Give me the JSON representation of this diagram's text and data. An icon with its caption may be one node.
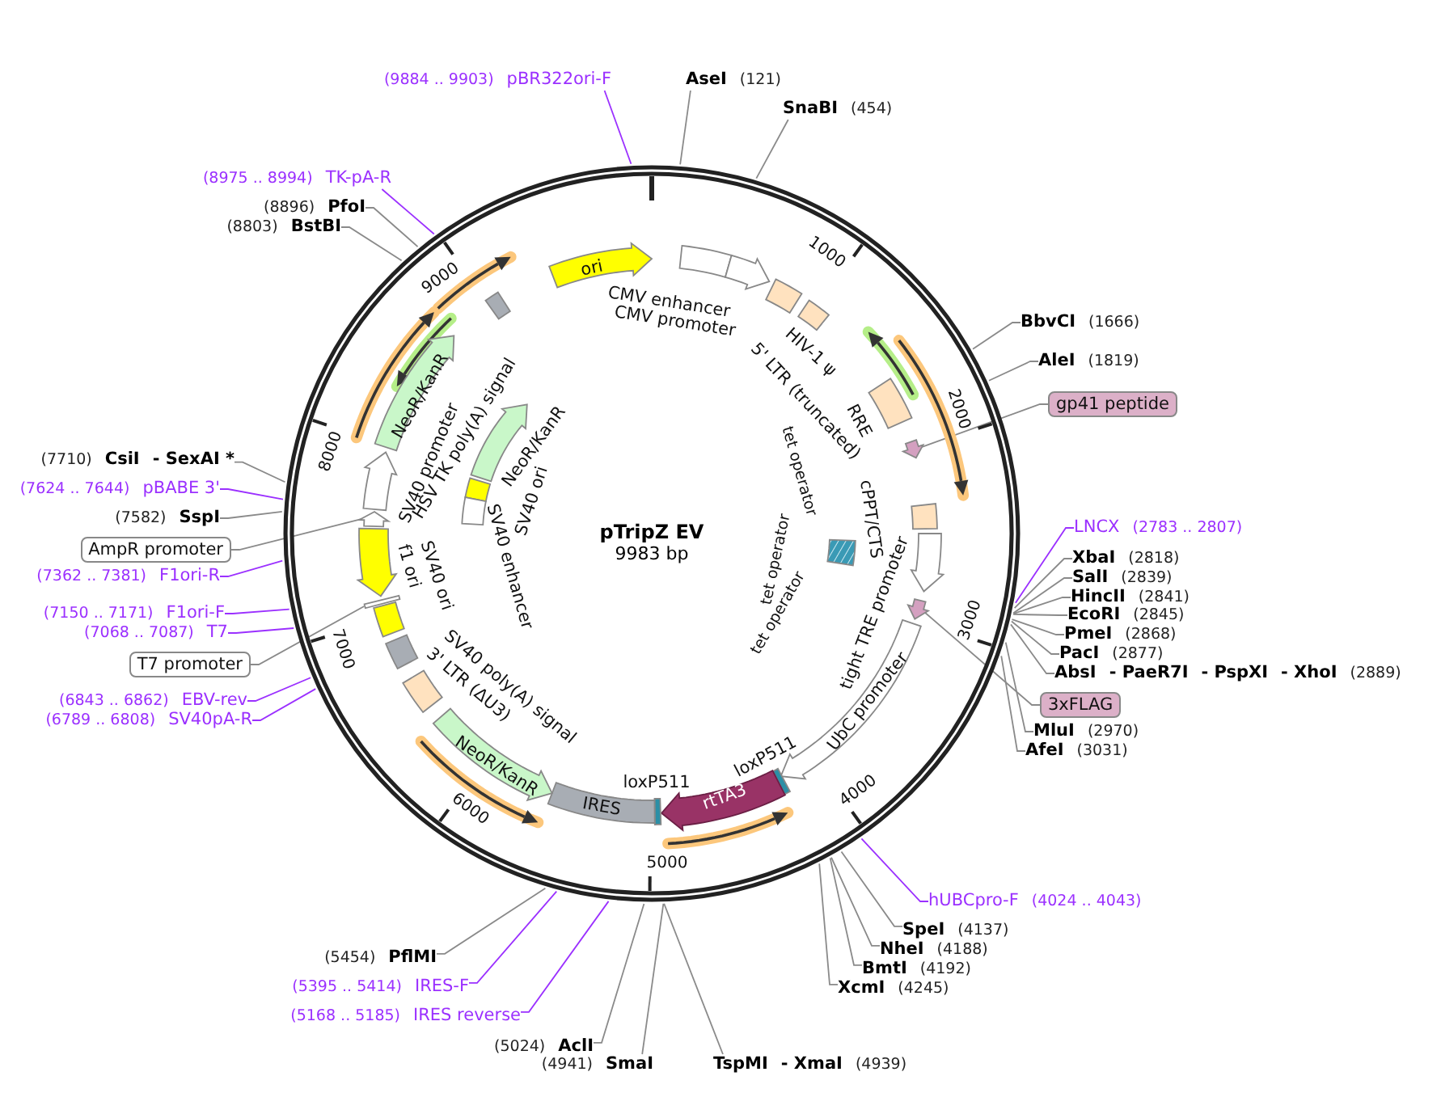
{
  "diagram": {
    "title": "pTripZ EV",
    "nodes": [
      {
        "text": [
          "(9884 .. 9903)",
          "pBR322ori-F"
        ]
      },
      {
        "text": [
          "AseI",
          "(121)"
        ]
      },
      {
        "text": [
          "SnaBI",
          "(454)"
        ]
      },
      {
        "text": [
          "(8975 .. 8994)",
          "TK-pA-R"
        ]
      },
      {
        "text": [
          "(8896)",
          "PfoI"
        ]
      },
      {
        "text": [
          "(8803)",
          "BstBI"
        ]
      },
      {
        "text": [
          "BbvCI",
          "(1666)"
        ]
      },
      {
        "text": [
          "AleI",
          "(1819)"
        ]
      },
      {
        "text": [
          "gp41 peptide"
        ]
      },
      {
        "text": [
          "(7710)",
          "CsiI",
          "- SexAI *"
        ]
      },
      {
        "text": [
          "(7624 .. 7644)",
          "pBABE 3'"
        ]
      },
      {
        "text": [
          "(7582)",
          "SspI"
        ]
      },
      {
        "text": [
          "AmpR promoter"
        ]
      },
      {
        "text": [
          "(7362 .. 7381)",
          "F1ori-R"
        ]
      },
      {
        "text": [
          "(7150 .. 7171)",
          "F1ori-F"
        ]
      },
      {
        "text": [
          "(7068 .. 7087)",
          "T7"
        ]
      },
      {
        "text": [
          "T7 promoter"
        ]
      },
      {
        "text": [
          "(6843 .. 6862)",
          "EBV-rev"
        ]
      },
      {
        "text": [
          "(6789 .. 6808)",
          "SV40pA-R"
        ]
      },
      {
        "text": [
          "LNCX",
          "(2783 .. 2807)"
        ]
      },
      {
        "text": [
          "XbaI",
          "(2818)"
        ]
      },
      {
        "text": [
          "SalI",
          "(2839)"
        ]
      },
      {
        "text": [
          "HincII",
          "(2841)"
        ]
      },
      {
        "text": [
          "EcoRI",
          "(2845)"
        ]
      },
      {
        "text": [
          "PmeI",
          "(2868)"
        ]
      },
      {
        "text": [
          "PacI",
          "(2877)"
        ]
      },
      {
        "text": [
          "AbsI",
          "- PaeR7I",
          "- PspXI",
          "- XhoI",
          "(2889)"
        ]
      },
      {
        "text": [
          "3xFLAG"
        ]
      },
      {
        "text": [
          "MluI",
          "(2970)"
        ]
      },
      {
        "text": [
          "AfeI",
          "(3031)"
        ]
      },
      {
        "text": [
          "hUBCpro-F",
          "(4024 .. 4043)"
        ]
      },
      {
        "text": [
          "SpeI",
          "(4137)"
        ]
      },
      {
        "text": [
          "NheI",
          "(4188)"
        ]
      },
      {
        "text": [
          "BmtI",
          "(4192)"
        ]
      },
      {
        "text": [
          "XcmI",
          "(4245)"
        ]
      },
      {
        "text": [
          "(5454)",
          "PflMI"
        ]
      },
      {
        "text": [
          "(5395 .. 5414)",
          "IRES-F"
        ]
      },
      {
        "text": [
          "(5168 .. 5185)",
          "IRES reverse"
        ]
      },
      {
        "text": [
          "(5024)",
          "AclI"
        ]
      },
      {
        "text": [
          "(4941)",
          "SmaI"
        ]
      },
      {
        "text": [
          "TspMI",
          "- XmaI",
          "(4939)"
        ]
      },
      {
        "text": [
          "ori"
        ]
      },
      {
        "text": [
          "CMV enhancer"
        ]
      },
      {
        "text": [
          "CMV promoter"
        ]
      },
      {
        "text": [
          "5' LTR (truncated)"
        ]
      },
      {
        "text": [
          "HIV-1 ψ"
        ]
      },
      {
        "text": [
          "RRE"
        ]
      },
      {
        "text": [],
        "shape": "arrow"
      },
      {
        "text": [
          "cPPT/CTS"
        ]
      },
      {
        "text": [
          "tet operator",
          "tet operator",
          "tet operator"
        ]
      },
      {
        "text": [
          "tight TRE promoter"
        ]
      },
      {
        "text": [],
        "shape": "arrow"
      },
      {
        "text": [
          "UbC promoter"
        ]
      },
      {
        "text": [
          "loxP511"
        ]
      },
      {
        "text": [
          "rtTA3"
        ]
      },
      {
        "text": [
          "loxP511"
        ]
      },
      {
        "text": [
          "IRES"
        ]
      },
      {
        "text": [
          "NeoR/KanR"
        ]
      },
      {
        "text": [
          "3' LTR (ΔU3)"
        ]
      },
      {
        "text": [
          "SV40 poly(A) signal"
        ]
      },
      {
        "text": [
          "SV40 ori"
        ]
      },
      {
        "text": [],
        "shape": "bar"
      },
      {
        "text": [
          "f1 ori"
        ]
      },
      {
        "text": [],
        "shape": "arrow"
      },
      {
        "text": [
          "SV40 promoter"
        ]
      },
      {
        "text": [
          "NeoR/KanR"
        ]
      },
      {
        "text": [
          "HSV TK poly(A) signal"
        ]
      },
      {
        "text": [
          "NeoR/KanR"
        ]
      },
      {
        "text": [
          "SV40 ori"
        ]
      },
      {
        "text": [
          "SV40 enhancer"
        ]
      }
    ],
    "edges": [
      {
        "from": 0,
        "to": null,
        "arrow": "none",
        "color": "#9b30ff"
      },
      {
        "from": 1,
        "to": null,
        "arrow": "none"
      },
      {
        "from": 2,
        "to": null,
        "arrow": "none"
      },
      {
        "from": 3,
        "to": null,
        "arrow": "none",
        "color": "#9b30ff"
      },
      {
        "from": 4,
        "to": null,
        "arrow": "none"
      },
      {
        "from": 5,
        "to": null,
        "arrow": "none"
      },
      {
        "from": 6,
        "to": null,
        "arrow": "none"
      },
      {
        "from": 7,
        "to": null,
        "arrow": "none"
      },
      {
        "from": 8,
        "to": 47,
        "arrow": "none"
      },
      {
        "from": 9,
        "to": null,
        "arrow": "none"
      },
      {
        "from": 10,
        "to": null,
        "arrow": "none",
        "color": "#9b30ff"
      },
      {
        "from": 11,
        "to": null,
        "arrow": "none"
      },
      {
        "from": 12,
        "to": 63,
        "arrow": "none"
      },
      {
        "from": 13,
        "to": null,
        "arrow": "none",
        "color": "#9b30ff"
      },
      {
        "from": 14,
        "to": null,
        "arrow": "none",
        "color": "#9b30ff"
      },
      {
        "from": 15,
        "to": null,
        "arrow": "none",
        "color": "#9b30ff"
      },
      {
        "from": 16,
        "to": 61,
        "arrow": "none"
      },
      {
        "from": 17,
        "to": null,
        "arrow": "none",
        "color": "#9b30ff"
      },
      {
        "from": 18,
        "to": null,
        "arrow": "none",
        "color": "#9b30ff"
      },
      {
        "from": 19,
        "to": null,
        "arrow": "none",
        "color": "#9b30ff"
      },
      {
        "from": 20,
        "to": null,
        "arrow": "none"
      },
      {
        "from": 21,
        "to": null,
        "arrow": "none"
      },
      {
        "from": 22,
        "to": null,
        "arrow": "none"
      },
      {
        "from": 23,
        "to": null,
        "arrow": "none"
      },
      {
        "from": 24,
        "to": null,
        "arrow": "none"
      },
      {
        "from": 25,
        "to": null,
        "arrow": "none"
      },
      {
        "from": 26,
        "to": null,
        "arrow": "none"
      },
      {
        "from": 27,
        "to": 51,
        "arrow": "none"
      },
      {
        "from": 28,
        "to": null,
        "arrow": "none"
      },
      {
        "from": 29,
        "to": null,
        "arrow": "none"
      },
      {
        "from": 30,
        "to": null,
        "arrow": "none",
        "color": "#9b30ff"
      },
      {
        "from": 31,
        "to": null,
        "arrow": "none"
      },
      {
        "from": 32,
        "to": null,
        "arrow": "none"
      },
      {
        "from": 33,
        "to": null,
        "arrow": "none"
      },
      {
        "from": 34,
        "to": null,
        "arrow": "none"
      },
      {
        "from": 35,
        "to": null,
        "arrow": "none"
      },
      {
        "from": 36,
        "to": null,
        "arrow": "none",
        "color": "#9b30ff"
      },
      {
        "from": 37,
        "to": null,
        "arrow": "none",
        "color": "#9b30ff"
      },
      {
        "from": 38,
        "to": null,
        "arrow": "none"
      },
      {
        "from": 39,
        "to": null,
        "arrow": "none"
      },
      {
        "from": 40,
        "to": null,
        "arrow": "none"
      }
    ],
    "labels": [
      "9983 bp",
      "1000",
      "2000",
      "3000",
      "4000",
      "5000",
      "6000",
      "7000",
      "8000",
      "9000"
    ]
  }
}
